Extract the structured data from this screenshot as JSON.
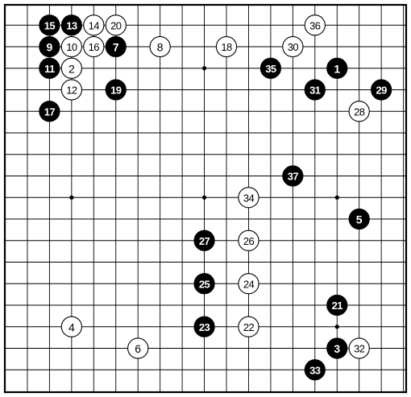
{
  "board": {
    "view_columns": 18,
    "view_rows": 18,
    "open_edges": [
      "right",
      "bottom"
    ],
    "hoshi": [
      [
        3,
        3
      ],
      [
        9,
        3
      ],
      [
        15,
        3
      ],
      [
        3,
        9
      ],
      [
        9,
        9
      ],
      [
        15,
        9
      ],
      [
        15,
        15
      ]
    ],
    "stones": [
      {
        "n": "1",
        "color": "black",
        "col": 15,
        "row": 3
      },
      {
        "n": "2",
        "color": "white",
        "col": 3,
        "row": 3
      },
      {
        "n": "3",
        "color": "black",
        "col": 15,
        "row": 16
      },
      {
        "n": "4",
        "color": "white",
        "col": 3,
        "row": 15
      },
      {
        "n": "5",
        "color": "black",
        "col": 16,
        "row": 10
      },
      {
        "n": "6",
        "color": "white",
        "col": 6,
        "row": 16
      },
      {
        "n": "7",
        "color": "black",
        "col": 5,
        "row": 2
      },
      {
        "n": "8",
        "color": "white",
        "col": 7,
        "row": 2
      },
      {
        "n": "9",
        "color": "black",
        "col": 2,
        "row": 2
      },
      {
        "n": "10",
        "color": "white",
        "col": 3,
        "row": 2
      },
      {
        "n": "11",
        "color": "black",
        "col": 2,
        "row": 3
      },
      {
        "n": "12",
        "color": "white",
        "col": 3,
        "row": 4
      },
      {
        "n": "13",
        "color": "black",
        "col": 3,
        "row": 1
      },
      {
        "n": "14",
        "color": "white",
        "col": 4,
        "row": 1
      },
      {
        "n": "15",
        "color": "black",
        "col": 2,
        "row": 1
      },
      {
        "n": "16",
        "color": "white",
        "col": 4,
        "row": 2
      },
      {
        "n": "17",
        "color": "black",
        "col": 2,
        "row": 5
      },
      {
        "n": "18",
        "color": "white",
        "col": 10,
        "row": 2
      },
      {
        "n": "19",
        "color": "black",
        "col": 5,
        "row": 4
      },
      {
        "n": "20",
        "color": "white",
        "col": 5,
        "row": 1
      },
      {
        "n": "21",
        "color": "black",
        "col": 15,
        "row": 14
      },
      {
        "n": "22",
        "color": "white",
        "col": 11,
        "row": 15
      },
      {
        "n": "23",
        "color": "black",
        "col": 9,
        "row": 15
      },
      {
        "n": "24",
        "color": "white",
        "col": 11,
        "row": 13
      },
      {
        "n": "25",
        "color": "black",
        "col": 9,
        "row": 13
      },
      {
        "n": "26",
        "color": "white",
        "col": 11,
        "row": 11
      },
      {
        "n": "27",
        "color": "black",
        "col": 9,
        "row": 11
      },
      {
        "n": "28",
        "color": "white",
        "col": 16,
        "row": 5
      },
      {
        "n": "29",
        "color": "black",
        "col": 17,
        "row": 4
      },
      {
        "n": "30",
        "color": "white",
        "col": 13,
        "row": 2
      },
      {
        "n": "31",
        "color": "black",
        "col": 14,
        "row": 4
      },
      {
        "n": "32",
        "color": "white",
        "col": 16,
        "row": 16
      },
      {
        "n": "33",
        "color": "black",
        "col": 14,
        "row": 17
      },
      {
        "n": "34",
        "color": "white",
        "col": 11,
        "row": 9
      },
      {
        "n": "35",
        "color": "black",
        "col": 12,
        "row": 3
      },
      {
        "n": "36",
        "color": "white",
        "col": 14,
        "row": 1
      },
      {
        "n": "37",
        "color": "black",
        "col": 13,
        "row": 8
      }
    ]
  }
}
